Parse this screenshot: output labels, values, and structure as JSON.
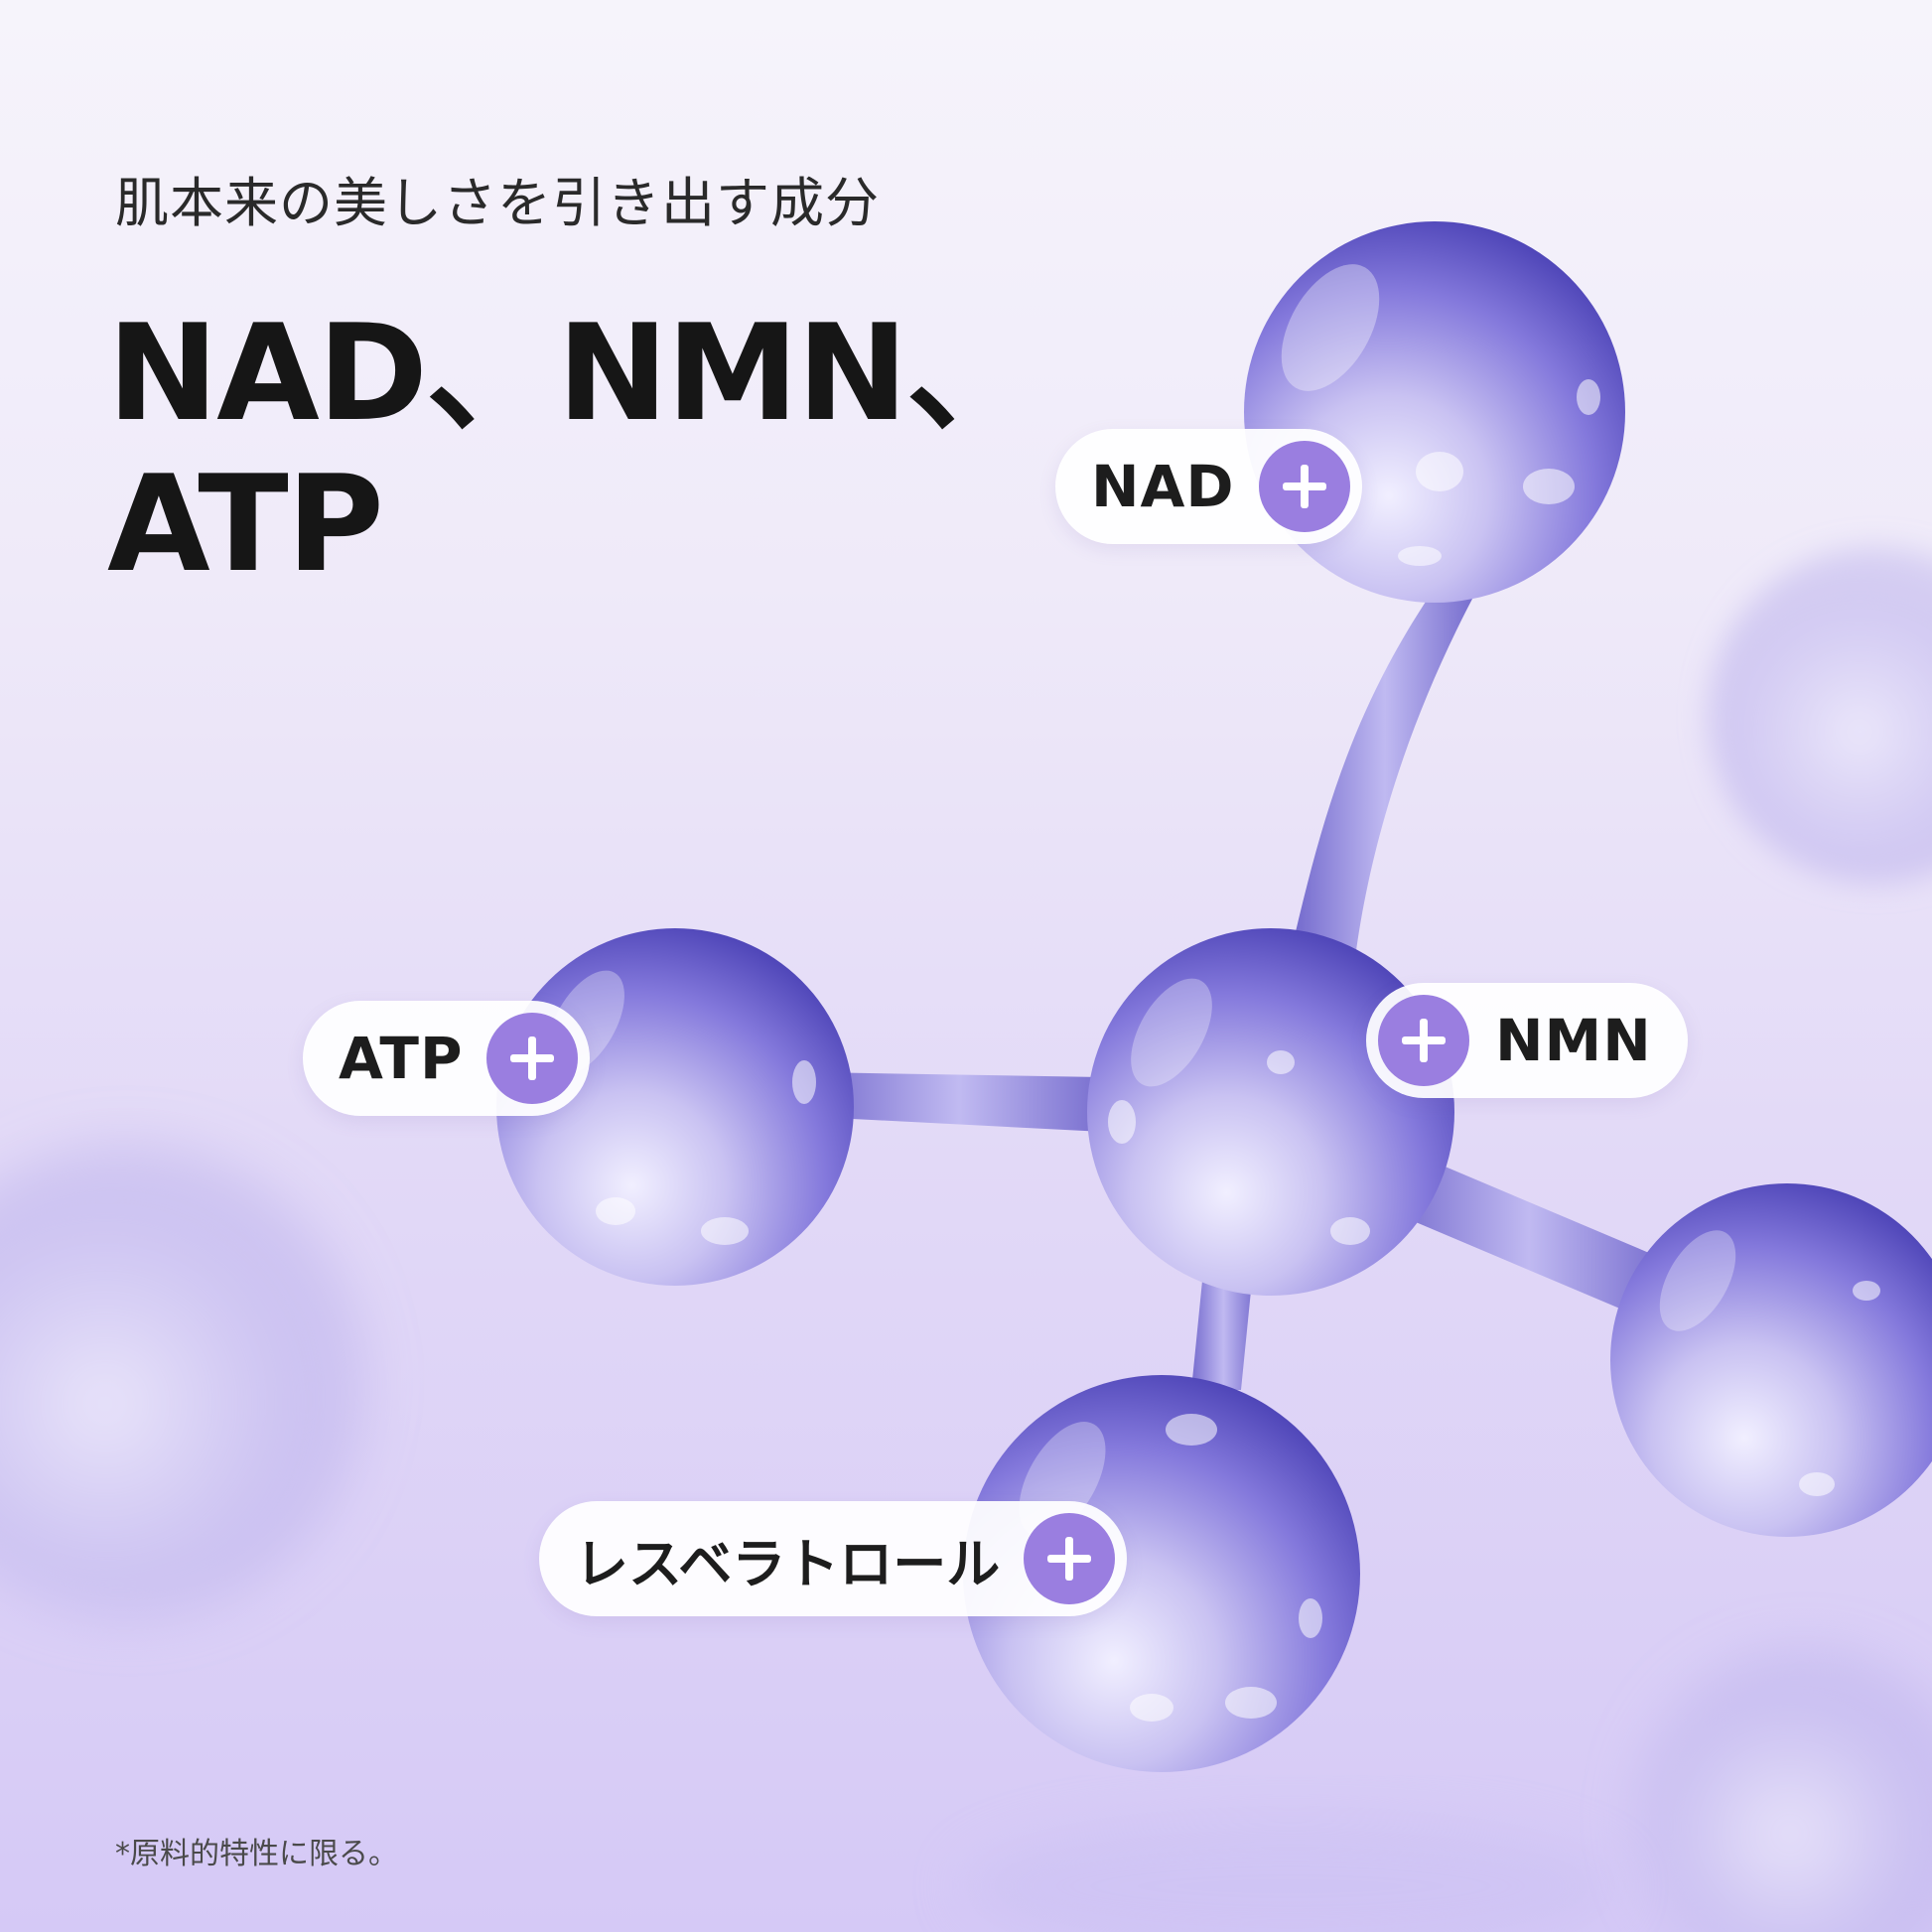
{
  "subtitle": "肌本来の美しさを引き出す成分",
  "headline": {
    "line1": "NAD、NMN、",
    "line2": "ATP"
  },
  "ingredients": [
    {
      "label": "NAD"
    },
    {
      "label": "NMN"
    },
    {
      "label": "ATP"
    },
    {
      "label": "レスベラトロール"
    }
  ],
  "footnote": "*原料的特性に限る。",
  "colors": {
    "accent": "#9a7ee0",
    "sphere": "#6f63d6",
    "background_top": "#f6f4fb",
    "background_bottom": "#d5c9f6",
    "text": "#161616"
  },
  "icons": {
    "badge": "plus-icon"
  }
}
